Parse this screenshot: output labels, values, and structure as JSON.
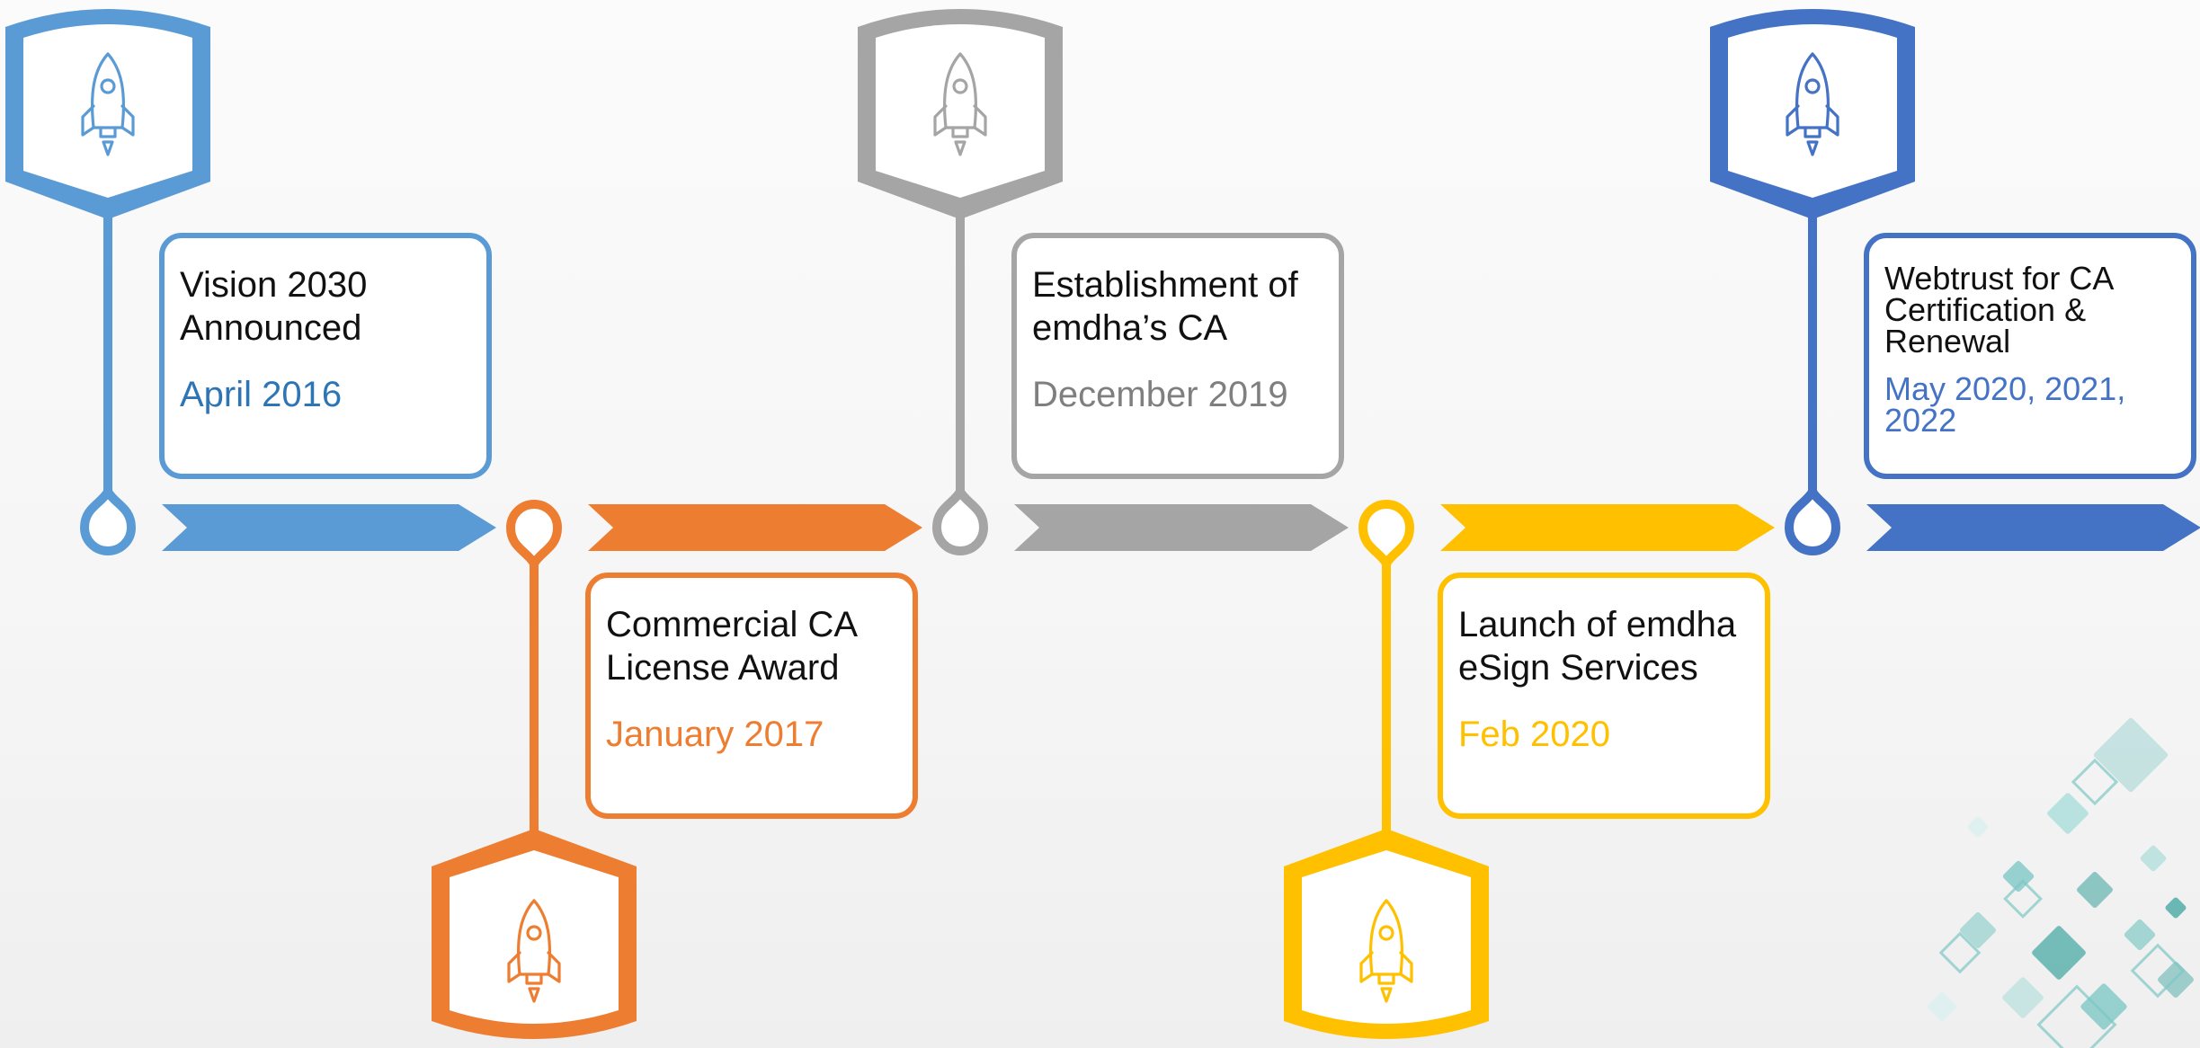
{
  "milestones": [
    {
      "title": "Vision 2030 Announced",
      "title_lines": [
        "Vision 2030",
        "Announced"
      ],
      "date": "April 2016",
      "date_lines": [
        "April 2016"
      ],
      "color": "#5B9BD5",
      "date_color": "#2E75B6",
      "position": "top",
      "icon": "rocket-icon"
    },
    {
      "title": "Commercial CA License Award",
      "title_lines": [
        "Commercial CA",
        "License Award"
      ],
      "date": "January 2017",
      "date_lines": [
        "January 2017"
      ],
      "color": "#ED7D31",
      "date_color": "#ED7D31",
      "position": "bottom",
      "icon": "rocket-icon"
    },
    {
      "title": "Establishment of emdha’s CA",
      "title_lines": [
        "Establishment of",
        "emdha’s CA"
      ],
      "date": "December 2019",
      "date_lines": [
        "December 2019"
      ],
      "color": "#A5A5A5",
      "date_color": "#7F7F7F",
      "position": "top",
      "icon": "rocket-icon"
    },
    {
      "title": "Launch of emdha eSign Services",
      "title_lines": [
        "Launch of emdha",
        "eSign Services"
      ],
      "date": "Feb 2020",
      "date_lines": [
        "Feb 2020"
      ],
      "color": "#FFC000",
      "date_color": "#FFC000",
      "position": "bottom",
      "icon": "rocket-icon"
    },
    {
      "title": "Webtrust for CA Certification & Renewal",
      "title_lines": [
        "Webtrust for CA",
        "Certification &",
        "Renewal"
      ],
      "date": "May 2020, 2021, 2022",
      "date_lines": [
        "May 2020, 2021,",
        "2022"
      ],
      "color": "#4472C4",
      "date_color": "#4472C4",
      "position": "top",
      "icon": "rocket-icon",
      "compact": true
    }
  ],
  "decoration": {
    "pattern_colors": [
      "#6FC3C0",
      "#A9DDD9",
      "#4AA9A4",
      "#DDEFF0"
    ]
  }
}
